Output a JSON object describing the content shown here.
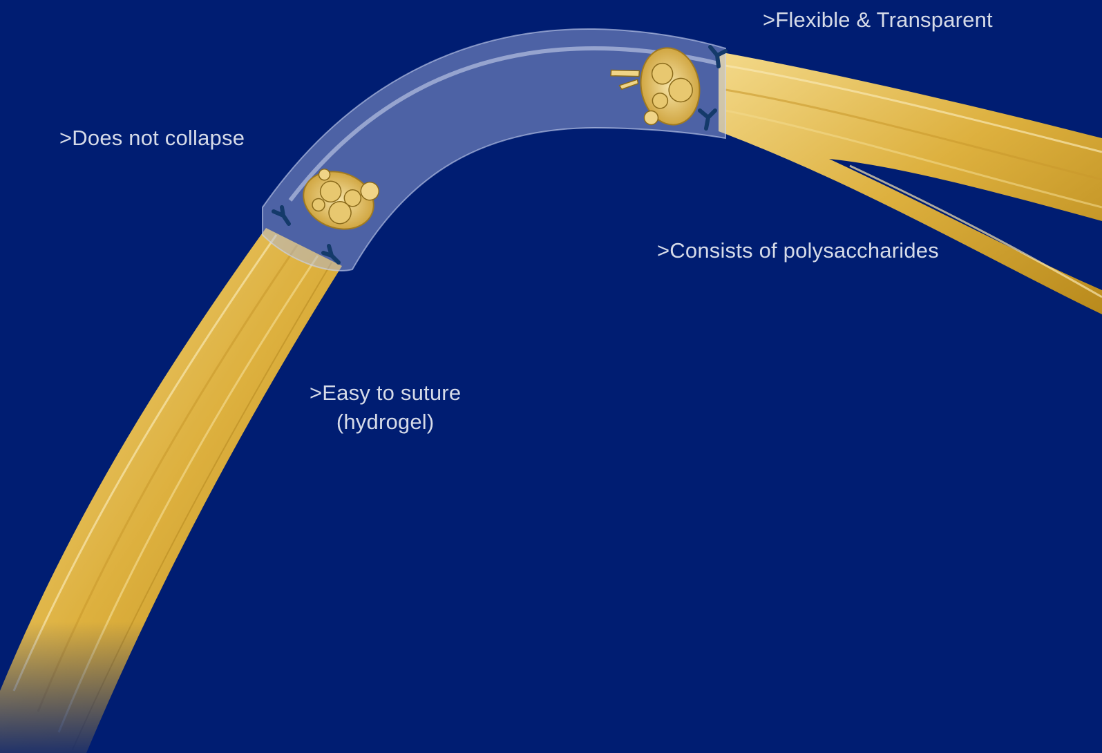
{
  "colors": {
    "background": "#001d72",
    "nerve": "#e2b94a",
    "conduit": "#aab9e4",
    "label_text": "#d6dbe8",
    "suture": "#143a6a"
  },
  "labels": {
    "flexible": ">Flexible & Transparent",
    "collapse": ">Does not collapse",
    "polysaccharides": ">Consists of polysaccharides",
    "suture_line1": ">Easy to suture",
    "suture_line2": "(hydrogel)"
  },
  "icons": {
    "suture_knot": "suture-knot-icon",
    "fascicle_cross_section": "nerve-cross-section-icon"
  }
}
